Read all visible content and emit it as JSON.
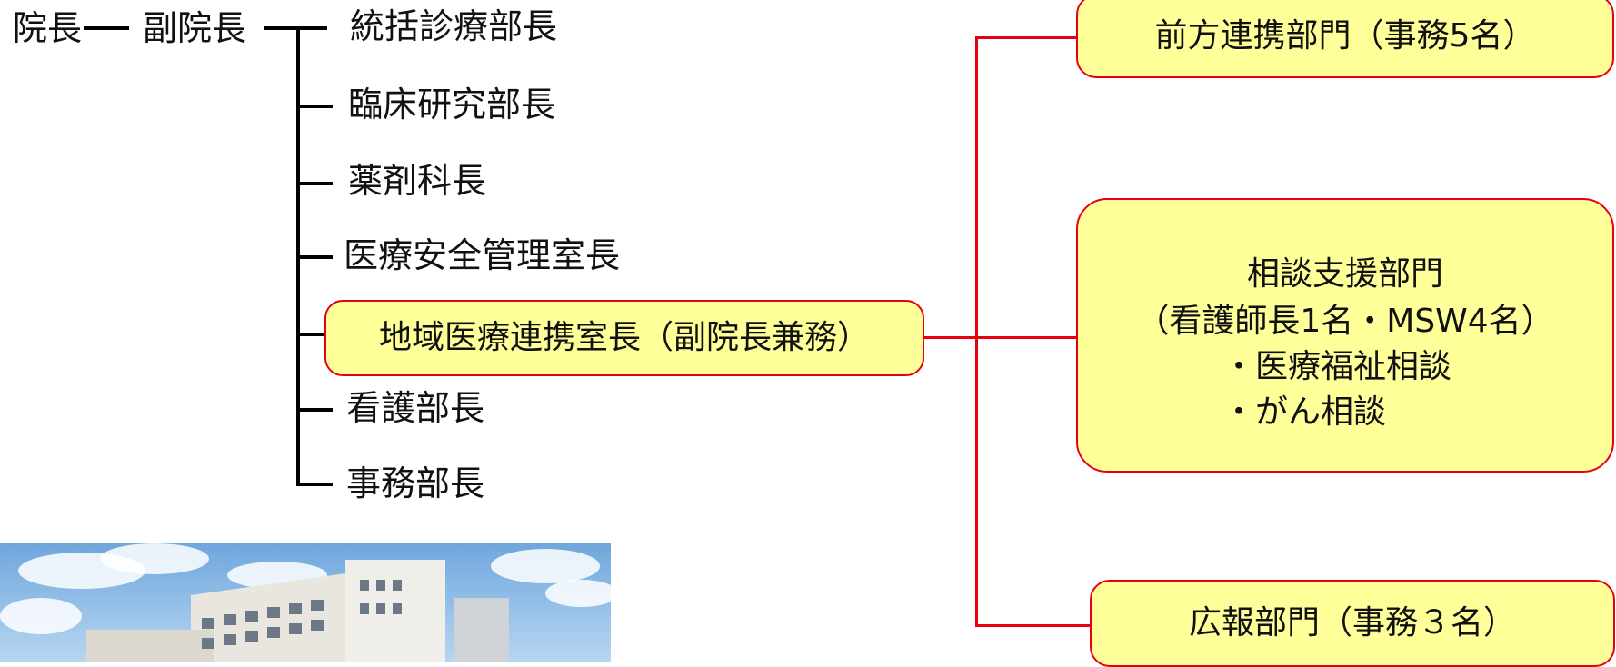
{
  "hierarchy": {
    "director": "院長",
    "vice_director": "副院長",
    "departments": [
      "統括診療部長",
      "臨床研究部長",
      "薬剤科長",
      "医療安全管理室長",
      "地域医療連携室長（副院長兼務）",
      "看護部長",
      "事務部長"
    ]
  },
  "units": {
    "front": "前方連携部門（事務5名）",
    "consult": {
      "title": "相談支援部門",
      "staff": "（看護師長1名・MSW4名）",
      "items": [
        "・医療福祉相談",
        "・がん相談"
      ]
    },
    "pr": "広報部門（事務３名）"
  },
  "colors": {
    "box_fill": "#ffff99",
    "box_border": "#e60012",
    "connector": "#e60012",
    "tree_line": "#000000"
  },
  "photo": {
    "subject": "hospital-building"
  }
}
